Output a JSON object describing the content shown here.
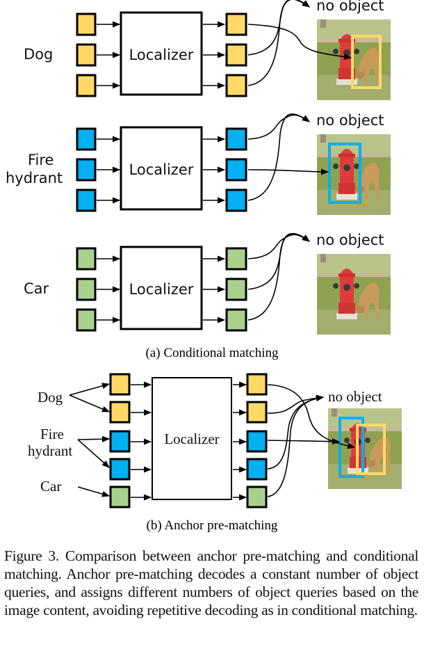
{
  "colors": {
    "dog": "#FFD966",
    "fire_hydrant": "#00B0F0",
    "car": "#A9D18E",
    "stroke": "#000000"
  },
  "panel_a": {
    "rows": [
      {
        "label_lines": [
          "Dog"
        ],
        "query_class": "dog",
        "localizer_label": "Localizer",
        "no_object_label": "no object",
        "box_on_photo": "dog"
      },
      {
        "label_lines": [
          "Fire",
          "hydrant"
        ],
        "query_class": "fire_hydrant",
        "localizer_label": "Localizer",
        "no_object_label": "no object",
        "box_on_photo": "fire_hydrant"
      },
      {
        "label_lines": [
          "Car"
        ],
        "query_class": "car",
        "localizer_label": "Localizer",
        "no_object_label": "no object",
        "box_on_photo": null
      }
    ],
    "subcaption": "(a) Conditional matching"
  },
  "panel_b": {
    "labels": [
      {
        "lines": [
          "Dog"
        ]
      },
      {
        "lines": [
          "Fire",
          "hydrant"
        ]
      },
      {
        "lines": [
          "Car"
        ]
      }
    ],
    "queries": [
      "dog",
      "dog",
      "fire_hydrant",
      "fire_hydrant",
      "car"
    ],
    "localizer_label": "Localizer",
    "no_object_label": "no object",
    "subcaption": "(b) Anchor pre-matching"
  },
  "caption": {
    "text": "Figure 3.  Comparison between anchor pre-matching and conditional matching. Anchor pre-matching decodes a constant number of object queries, and assigns different numbers of object queries based on the image content, avoiding repetitive decoding as in conditional matching."
  }
}
